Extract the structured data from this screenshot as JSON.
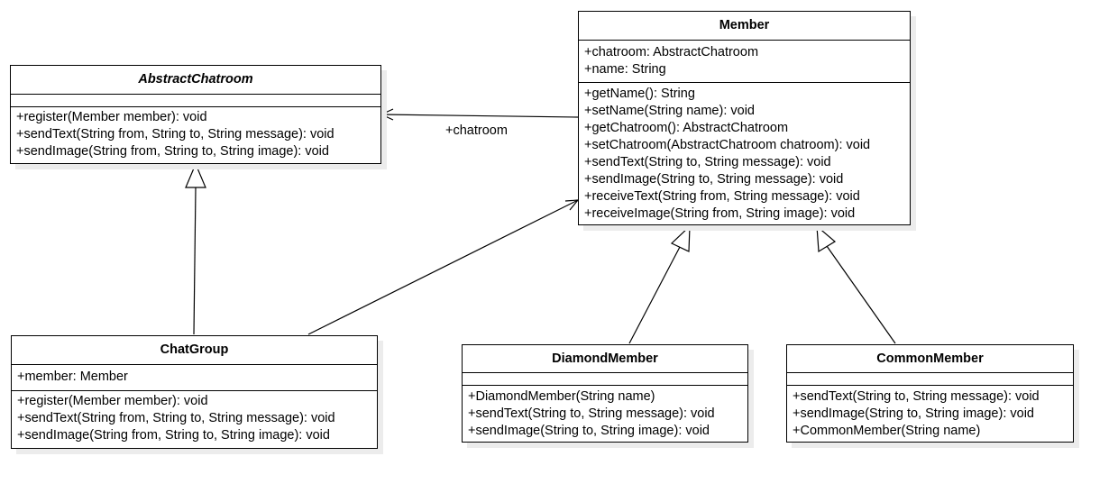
{
  "classes": {
    "abstract_chatroom": {
      "name": "AbstractChatroom",
      "attributes": [],
      "methods": [
        "+register(Member member): void",
        "+sendText(String from, String to, String message): void",
        "+sendImage(String from, String to, String image): void"
      ]
    },
    "member": {
      "name": "Member",
      "attributes": [
        "+chatroom: AbstractChatroom",
        "+name: String"
      ],
      "methods": [
        "+getName(): String",
        "+setName(String name): void",
        "+getChatroom(): AbstractChatroom",
        "+setChatroom(AbstractChatroom chatroom): void",
        "+sendText(String to, String message): void",
        "+sendImage(String to, String message): void",
        "+receiveText(String from, String message): void",
        "+receiveImage(String from, String image): void"
      ]
    },
    "chat_group": {
      "name": "ChatGroup",
      "attributes": [
        "+member: Member"
      ],
      "methods": [
        "+register(Member member): void",
        "+sendText(String from, String to, String message): void",
        "+sendImage(String from, String to, String image): void"
      ]
    },
    "diamond_member": {
      "name": "DiamondMember",
      "attributes": [],
      "methods": [
        "+DiamondMember(String name)",
        "+sendText(String to, String message): void",
        "+sendImage(String to, String image): void"
      ]
    },
    "common_member": {
      "name": "CommonMember",
      "attributes": [],
      "methods": [
        "+sendText(String to, String message): void",
        "+sendImage(String to, String image): void",
        "+CommonMember(String name)"
      ]
    }
  },
  "associations": {
    "member_to_chatroom_label": "+chatroom"
  }
}
